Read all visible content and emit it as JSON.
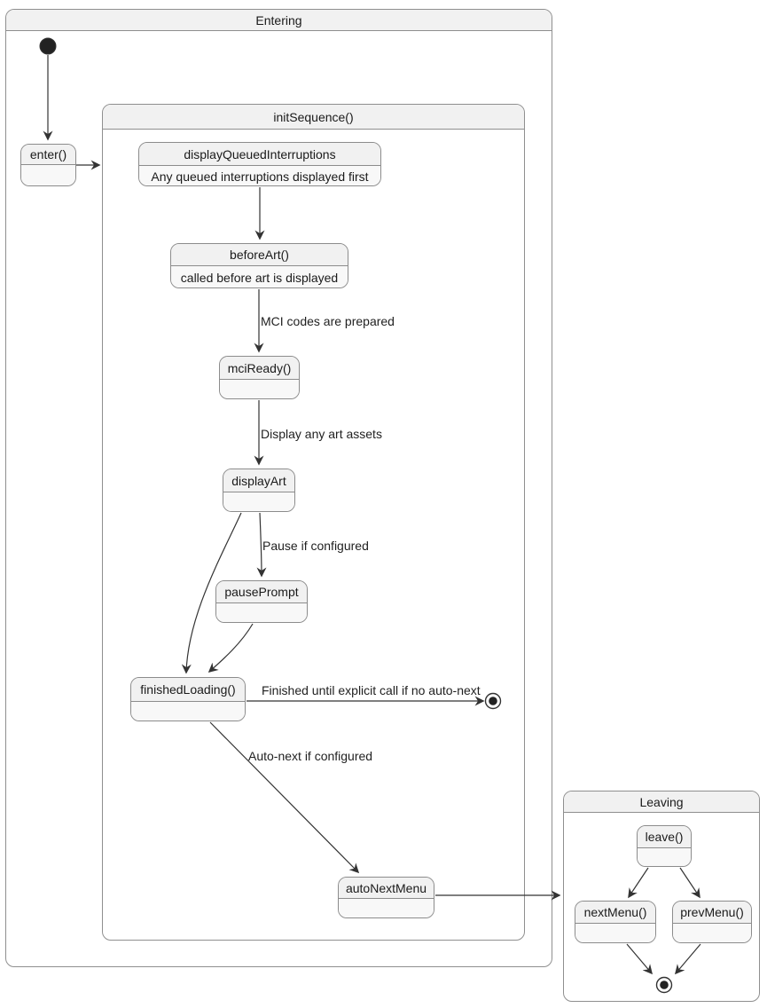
{
  "containers": {
    "entering": {
      "title": "Entering"
    },
    "initSequence": {
      "title": "initSequence()"
    },
    "leaving": {
      "title": "Leaving"
    }
  },
  "states": {
    "enter": {
      "label": "enter()"
    },
    "displayQueuedInterruptions": {
      "label": "displayQueuedInterruptions",
      "description": "Any queued interruptions displayed first"
    },
    "beforeArt": {
      "label": "beforeArt()",
      "description": "called before art is displayed"
    },
    "mciReady": {
      "label": "mciReady()"
    },
    "displayArt": {
      "label": "displayArt"
    },
    "pausePrompt": {
      "label": "pausePrompt"
    },
    "finishedLoading": {
      "label": "finishedLoading()"
    },
    "autoNextMenu": {
      "label": "autoNextMenu"
    },
    "leave": {
      "label": "leave()"
    },
    "nextMenu": {
      "label": "nextMenu()"
    },
    "prevMenu": {
      "label": "prevMenu()"
    }
  },
  "edge_labels": {
    "mci_ready": "MCI codes are prepared",
    "display_assets": "Display any art assets",
    "pause_if_configured": "Pause if configured",
    "finished_until": "Finished until explicit call if no auto-next",
    "auto_next": "Auto-next if configured"
  },
  "colors": {
    "state_header_fill": "#f1f1f1",
    "state_body_fill": "#f8f8f8",
    "border": "#8c8c8c",
    "edge_line": "#333333",
    "text": "#1a1a1a",
    "initial_final_dot": "#222222"
  }
}
